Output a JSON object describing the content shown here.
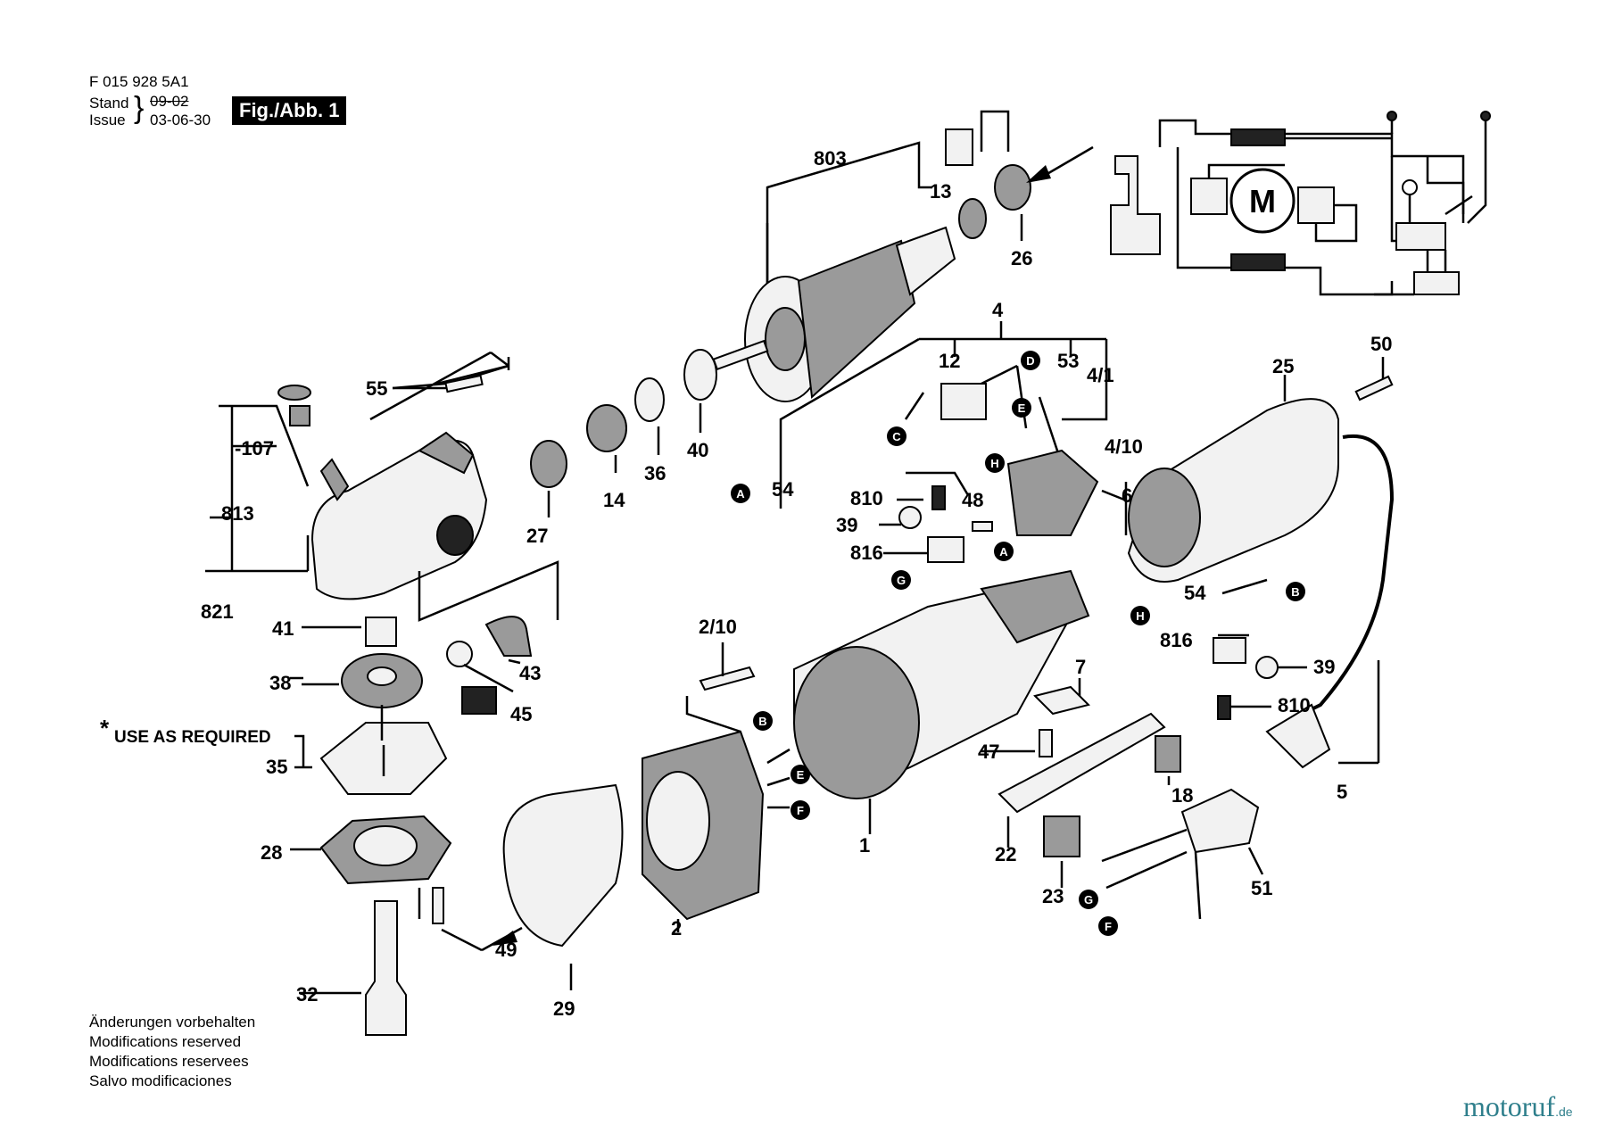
{
  "header": {
    "doc_number": "F 015 928 5A1",
    "stand_label": "Stand",
    "issue_label": "Issue",
    "stand_date_struck": "09-02",
    "issue_date": "03-06-30",
    "figure_label": "Fig./Abb. 1"
  },
  "footer_notes": [
    "Änderungen vorbehalten",
    "Modifications reserved",
    "Modifications reservees",
    "Salvo modificaciones"
  ],
  "watermark": {
    "text": "motoruf",
    "suffix": ".de"
  },
  "callouts": {
    "c803": "803",
    "c13": "13",
    "c26": "26",
    "c4": "4",
    "c12": "12",
    "c53": "53",
    "c4_1": "4/1",
    "c4_10": "4/10",
    "c25": "25",
    "c50": "50",
    "c55": "55",
    "c107": "-107",
    "c813": "813",
    "c821": "821",
    "c27": "27",
    "c14": "14",
    "c36": "36",
    "c40": "40",
    "c54a": "54",
    "c810a": "810",
    "c48": "48",
    "c39a": "39",
    "c816a": "816",
    "c6": "6",
    "c54b": "54",
    "c816b": "816",
    "c39b": "39",
    "c810b": "810",
    "c41": "41",
    "c38": "38",
    "c43": "43",
    "c45": "45",
    "c2_10": "2/10",
    "c7": "7",
    "c47": "47",
    "c18": "18",
    "c5": "5",
    "c35": "35",
    "c28": "28",
    "c1": "1",
    "c22": "22",
    "c23": "23",
    "c51": "51",
    "c2": "2",
    "c49": "49",
    "c32": "32",
    "c29": "29"
  },
  "use_note": {
    "star": "*",
    "text": "USE AS REQUIRED"
  },
  "markers": {
    "a": "A",
    "b": "B",
    "c": "C",
    "d": "D",
    "e": "E",
    "f": "F",
    "g": "G",
    "h": "H"
  },
  "schematic": {
    "motor_label": "M"
  }
}
